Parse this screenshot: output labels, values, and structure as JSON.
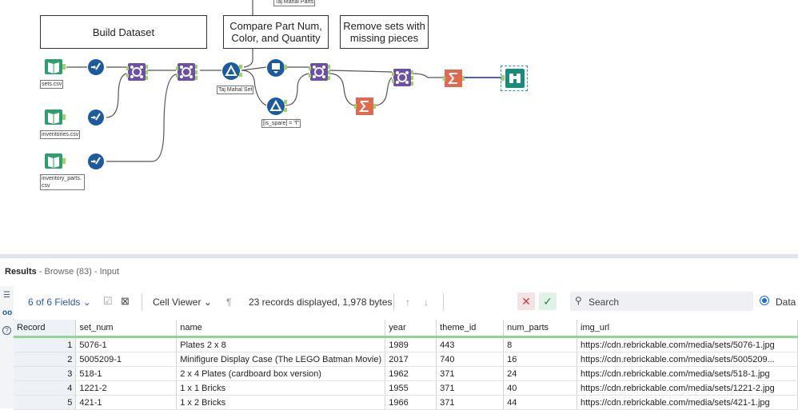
{
  "canvas": {
    "boxes": {
      "build_dataset": "Build Dataset",
      "compare": "Compare Part Num, Color, and Quantity",
      "remove_sets": "Remove sets with missing pieces"
    },
    "labels": {
      "sets": "sets.csv",
      "inventories": "inventories.csv",
      "inventory_parts": "inventory_parts.csv",
      "filter1": "Taj Mahal Set",
      "filter2": "[is_spare] = \"f\"",
      "top_partial": "Taj Mahal Parts"
    },
    "colors": {
      "input": "#2e9e6e",
      "join": "#6b4fa8",
      "select": "#1d5b9e",
      "filter": "#1d5b9e",
      "summarize": "#e06a50",
      "browse": "#1a8a7a"
    }
  },
  "results": {
    "title": "Results",
    "subtitle": "- Browse (83) - Input"
  },
  "toolbar": {
    "fields": "6 of 6 Fields",
    "cell_viewer": "Cell Viewer",
    "records_info": "23 records displayed, 1,978 bytes",
    "search_placeholder": "Search",
    "data_label": "Data"
  },
  "table": {
    "headers": [
      "Record",
      "set_num",
      "name",
      "year",
      "theme_id",
      "num_parts",
      "img_url"
    ],
    "rows": [
      [
        "1",
        "5076-1",
        "Plates 2 x 8",
        "1989",
        "443",
        "8",
        "https://cdn.rebrickable.com/media/sets/5076-1.jpg"
      ],
      [
        "2",
        "5005209-1",
        "Minifigure Display Case (The LEGO Batman Movie)",
        "2017",
        "740",
        "16",
        "https://cdn.rebrickable.com/media/sets/5005209..."
      ],
      [
        "3",
        "518-1",
        "2 x 4 Plates (cardboard box version)",
        "1962",
        "371",
        "24",
        "https://cdn.rebrickable.com/media/sets/518-1.jpg"
      ],
      [
        "4",
        "1221-2",
        "1 x 1 Bricks",
        "1955",
        "371",
        "40",
        "https://cdn.rebrickable.com/media/sets/1221-2.jpg"
      ],
      [
        "5",
        "421-1",
        "1 x 2 Bricks",
        "1966",
        "371",
        "44",
        "https://cdn.rebrickable.com/media/sets/421-1.jpg"
      ]
    ]
  }
}
